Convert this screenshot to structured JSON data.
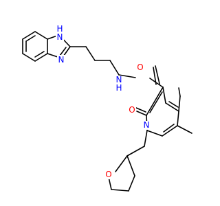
{
  "colors": {
    "bond": "#000000",
    "nitrogen": "#0000ff",
    "oxygen": "#ff0000",
    "background": "#ffffff"
  },
  "labels": {
    "imidazole_nh_h": "H",
    "imidazole_nh_n": "N",
    "imidazole_n": "N",
    "amide_nh": "N",
    "amide_h": "H",
    "carbonyl_o": "O",
    "ring_o": "O",
    "ring_n": "N",
    "thf_o": "O"
  }
}
